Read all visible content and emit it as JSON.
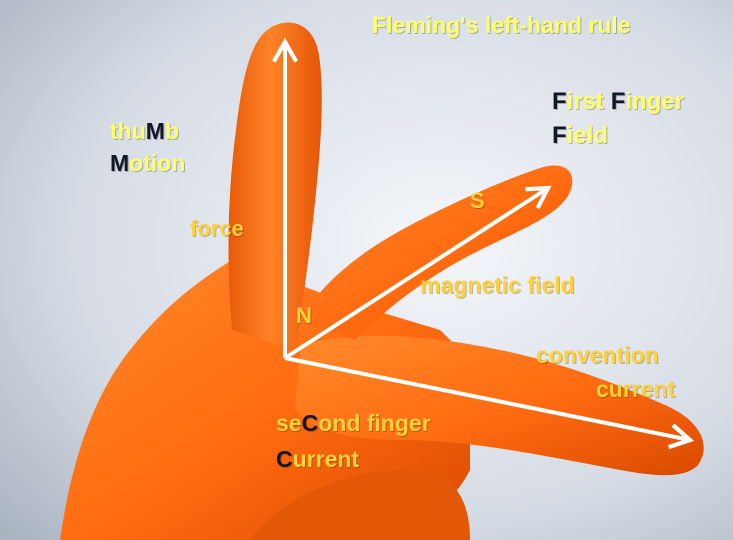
{
  "title": "Fleming's left-hand rule",
  "labels": {
    "first_finger_p1": "F",
    "first_finger_p2": "irst ",
    "first_finger_p3": "F",
    "first_finger_p4": "inger",
    "field_p1": "F",
    "field_p2": "ield",
    "thumb_p1": "thu",
    "thumb_p2": "M",
    "thumb_p3": "b",
    "motion_p1": "M",
    "motion_p2": "otion",
    "force": "force",
    "s_pole": "S",
    "n_pole": "N",
    "magnetic_field": "magnetic field",
    "convention": "convention",
    "current_right": "current",
    "second_p1": "se",
    "second_p2": "C",
    "second_p3": "ond finger",
    "current_p1": "C",
    "current_p2": "urrent"
  },
  "colors": {
    "skin": "#ff6a14",
    "skin_dark": "#c43e00",
    "label_yellow": "#ffff66",
    "label_dark": "#101828",
    "label_orange": "#ffd23a",
    "arrow": "#ffffff",
    "sky_light": "#eef2f8",
    "sky_dark": "#9aa6b6"
  }
}
